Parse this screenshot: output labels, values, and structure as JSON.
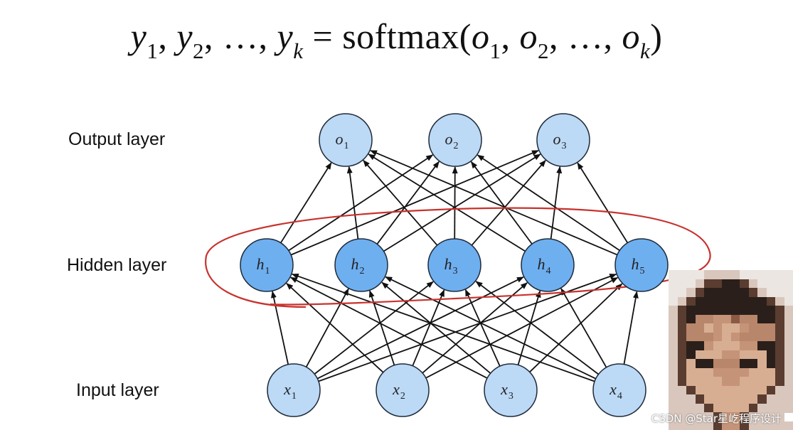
{
  "formula": {
    "outputs": [
      [
        "y",
        "1"
      ],
      [
        "y",
        "2"
      ],
      [
        "…",
        ""
      ],
      [
        "y",
        "k"
      ]
    ],
    "equals": "=",
    "function": "softmax",
    "inputs": [
      [
        "o",
        "1"
      ],
      [
        "o",
        "2"
      ],
      [
        "…",
        ""
      ],
      [
        "o",
        "k"
      ]
    ]
  },
  "labels": {
    "output": "Output layer",
    "hidden": "Hidden layer",
    "input": "Input layer"
  },
  "nodes": {
    "output": [
      {
        "letter": "o",
        "sub": "1"
      },
      {
        "letter": "o",
        "sub": "2"
      },
      {
        "letter": "o",
        "sub": "3"
      }
    ],
    "hidden": [
      {
        "letter": "h",
        "sub": "1"
      },
      {
        "letter": "h",
        "sub": "2"
      },
      {
        "letter": "h",
        "sub": "3"
      },
      {
        "letter": "h",
        "sub": "4"
      },
      {
        "letter": "h",
        "sub": "5"
      }
    ],
    "input": [
      {
        "letter": "x",
        "sub": "1"
      },
      {
        "letter": "x",
        "sub": "2"
      },
      {
        "letter": "x",
        "sub": "3"
      },
      {
        "letter": "x",
        "sub": "4"
      }
    ]
  },
  "colors": {
    "light_node": "#bcd9f6",
    "hidden_node": "#6eaff0",
    "node_stroke": "#1e2a38",
    "arrow": "#111111",
    "annotation": "#c8322d"
  },
  "watermark": "CSDN @Star星屹程序设计"
}
